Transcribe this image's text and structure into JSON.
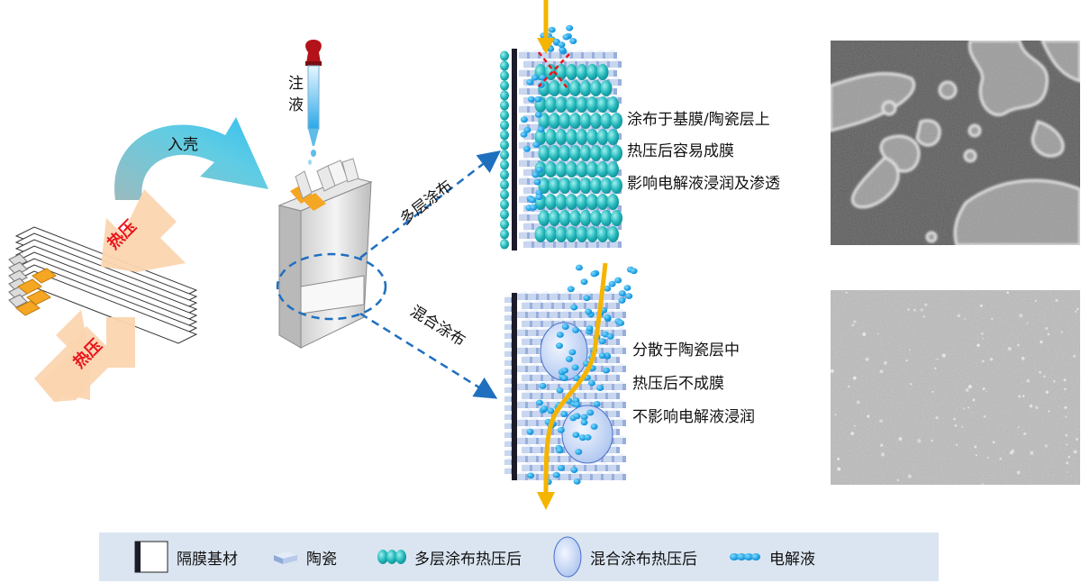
{
  "labels": {
    "insert_case": "入壳",
    "inject_liquid_1": "注",
    "inject_liquid_2": "液",
    "hot_press_top": "热压",
    "hot_press_bottom": "热压",
    "multilayer_coating": "多层涂布",
    "mixed_coating": "混合涂布"
  },
  "multilayer_desc": [
    "涂布于基膜/陶瓷层上",
    "热压后容易成膜",
    "影响电解液浸润及渗透"
  ],
  "mixed_desc": [
    "分散于陶瓷层中",
    "热压后不成膜",
    "不影响电解液浸润"
  ],
  "legend": {
    "substrate": "隔膜基材",
    "ceramic": "陶瓷",
    "multilayer_after_press": "多层涂布热压后",
    "mixed_after_press": "混合涂布热压后",
    "electrolyte": "电解液"
  },
  "colors": {
    "teal": "#21b4b8",
    "electrolyte_blue": "#00a0e9",
    "arrow_orange": "#f5b400",
    "dashed_blue": "#1f6fbf",
    "hot_press_fill": "#fbd5b0",
    "hot_press_text": "#e8141b",
    "legend_bg": "#dbe5f1"
  }
}
